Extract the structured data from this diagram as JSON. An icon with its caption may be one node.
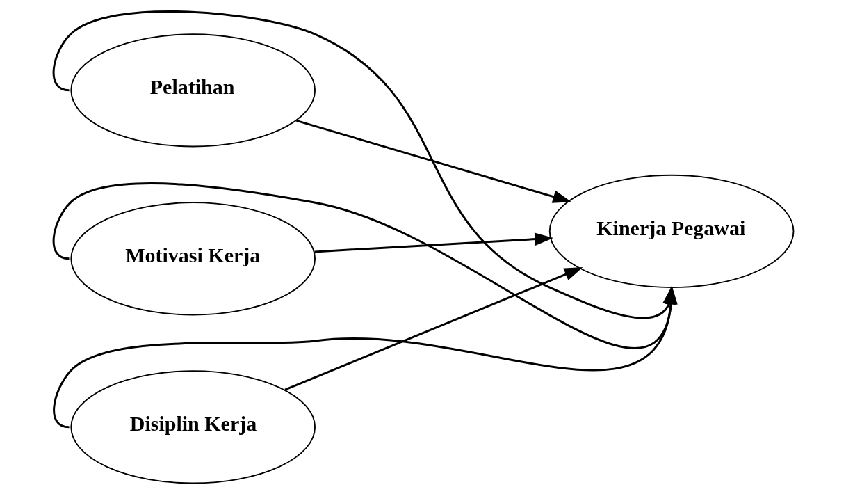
{
  "diagram": {
    "nodes": [
      {
        "text": [
          "Pelatihan"
        ]
      },
      {
        "text": [
          "Motivasi Kerja"
        ]
      },
      {
        "text": [
          "Disiplin Kerja"
        ]
      },
      {
        "text": [
          "Kinerja Pegawai"
        ]
      }
    ],
    "edges": [
      {
        "from": 0,
        "to": 3,
        "arrow": "to"
      },
      {
        "from": 1,
        "to": 3,
        "arrow": "to"
      },
      {
        "from": 2,
        "to": 3,
        "arrow": "to"
      },
      {
        "from": 0,
        "to": 3,
        "arrow": "to"
      },
      {
        "from": 1,
        "to": 3,
        "arrow": "to"
      },
      {
        "from": 2,
        "to": 3,
        "arrow": "to"
      }
    ]
  }
}
